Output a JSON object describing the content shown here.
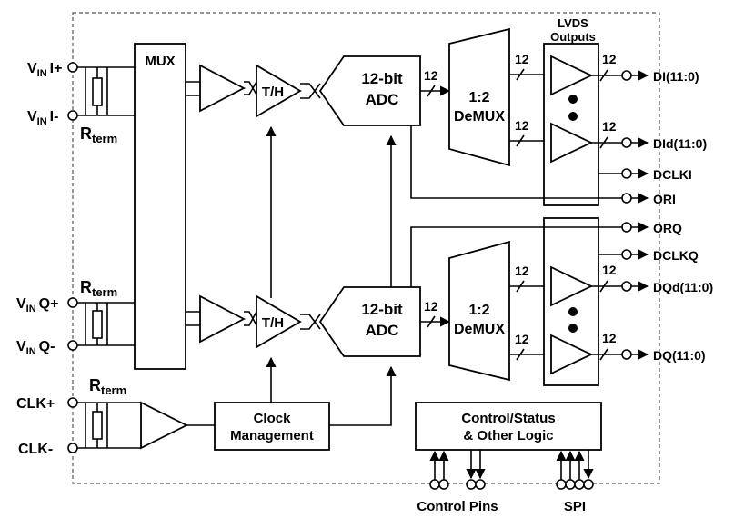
{
  "title": "",
  "colors": {
    "ink": "#000000",
    "background": "#ffffff",
    "border": "#555555"
  },
  "inputs": {
    "vin_i_plus": "V",
    "vin_i_plus_sub": "IN",
    "vin_i_plus_suffix": "I+",
    "vin_i_minus": "V",
    "vin_i_minus_sub": "IN",
    "vin_i_minus_suffix": "I-",
    "vin_q_plus": "V",
    "vin_q_plus_sub": "IN",
    "vin_q_plus_suffix": "Q+",
    "vin_q_minus": "V",
    "vin_q_minus_sub": "IN",
    "vin_q_minus_suffix": "Q-",
    "clk_plus": "CLK+",
    "clk_minus": "CLK-"
  },
  "rterm": {
    "main": "R",
    "sub": "term"
  },
  "blocks": {
    "mux": "MUX",
    "th": "T/H",
    "adc_line1": "12-bit",
    "adc_line2": "ADC",
    "demux_line1": "1:2",
    "demux_line2": "DeMUX",
    "lvds_line1": "LVDS",
    "lvds_line2": "Outputs",
    "clock_line1": "Clock",
    "clock_line2": "Management",
    "control_line1": "Control/Status",
    "control_line2": "& Other Logic"
  },
  "bus_width": "12",
  "outputs": {
    "di": "DI(11:0)",
    "did": "DId(11:0)",
    "dclki": "DCLKI",
    "ori": "ORI",
    "orq": "ORQ",
    "dclkq": "DCLKQ",
    "dqd": "DQd(11:0)",
    "dq": "DQ(11:0)"
  },
  "bottom_labels": {
    "control_pins": "Control Pins",
    "spi": "SPI"
  }
}
